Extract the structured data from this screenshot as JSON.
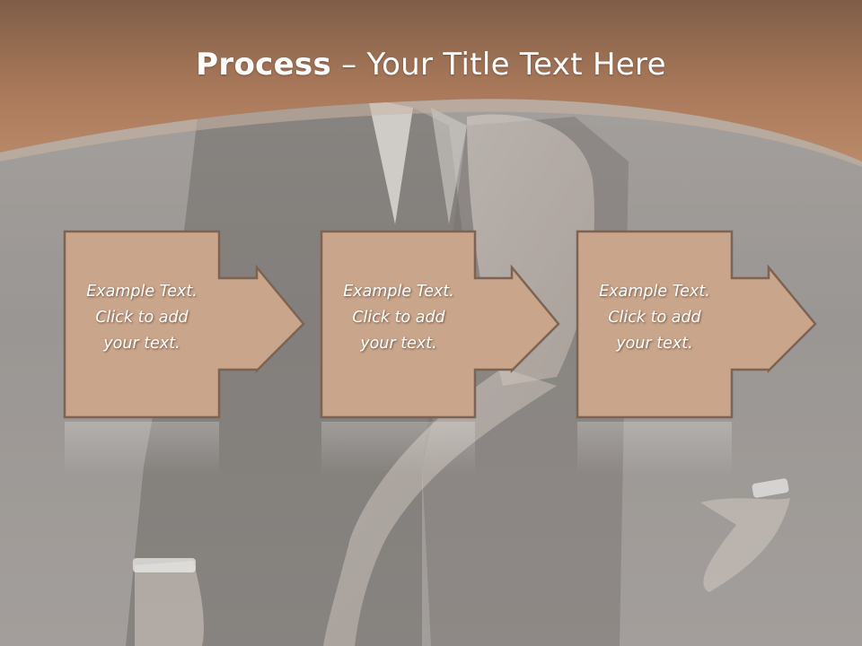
{
  "title": {
    "bold": "Process",
    "rest": "– Your Title Text Here"
  },
  "steps": [
    {
      "text": "Example Text.\nClick  to add\nyour text."
    },
    {
      "text": "Example Text.\nClick  to add\nyour text."
    },
    {
      "text": "Example Text.\nClick  to add\nyour text."
    }
  ],
  "colors": {
    "header_brown": "#a9785a",
    "box_fill": "#c9a58b",
    "box_border": "#7d6352"
  }
}
